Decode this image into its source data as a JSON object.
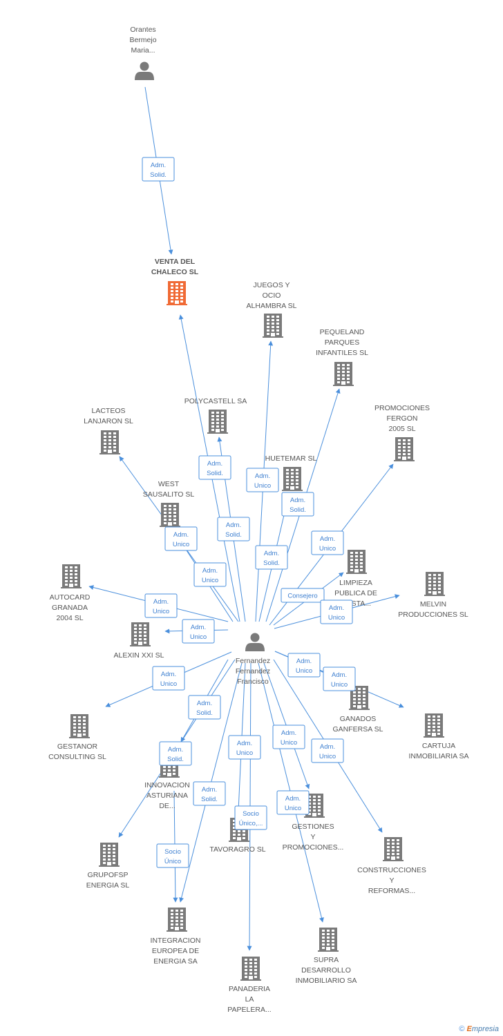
{
  "nodes": [
    {
      "id": "orantes",
      "type": "person",
      "label": [
        "Orantes",
        "Bermejo",
        "Maria..."
      ]
    },
    {
      "id": "venta",
      "type": "company",
      "focus": true,
      "label": [
        "VENTA DEL",
        "CHALECO SL"
      ]
    },
    {
      "id": "juegos",
      "type": "company",
      "label": [
        "JUEGOS Y",
        "OCIO",
        "ALHAMBRA SL"
      ]
    },
    {
      "id": "pequeland",
      "type": "company",
      "label": [
        "PEQUELAND",
        "PARQUES",
        "INFANTILES SL"
      ]
    },
    {
      "id": "polycastell",
      "type": "company",
      "label": [
        "POLYCASTELL SA"
      ]
    },
    {
      "id": "lacteos",
      "type": "company",
      "label": [
        "LACTEOS",
        "LANJARON  SL"
      ]
    },
    {
      "id": "promociones_fergon",
      "type": "company",
      "label": [
        "PROMOCIONES",
        "FERGON",
        "2005 SL"
      ]
    },
    {
      "id": "huetemar",
      "type": "company",
      "label": [
        "HUETEMAR SL"
      ]
    },
    {
      "id": "west",
      "type": "company",
      "label": [
        "WEST",
        "SAUSALITO SL"
      ]
    },
    {
      "id": "limpieza",
      "type": "company",
      "label": [
        "LIMPIEZA",
        "PUBLICA DE",
        "COSTA..."
      ]
    },
    {
      "id": "melvin",
      "type": "company",
      "label": [
        "MELVIN",
        "PRODUCCIONES SL"
      ]
    },
    {
      "id": "autocard",
      "type": "company",
      "label": [
        "AUTOCARD",
        "GRANADA",
        "2004 SL"
      ]
    },
    {
      "id": "alexin",
      "type": "company",
      "label": [
        "ALEXIN XXI SL"
      ]
    },
    {
      "id": "fernandez",
      "type": "person",
      "label": [
        "Fernandez",
        "Fernandez",
        "Francisco"
      ]
    },
    {
      "id": "ganados",
      "type": "company",
      "label": [
        "GANADOS",
        "GANFERSA SL"
      ]
    },
    {
      "id": "cartuja",
      "type": "company",
      "label": [
        "CARTUJA",
        "INMOBILIARIA SA"
      ]
    },
    {
      "id": "gestanor",
      "type": "company",
      "label": [
        "GESTANOR",
        "CONSULTING SL"
      ]
    },
    {
      "id": "innovacion",
      "type": "company",
      "label": [
        "INNOVACION",
        "ASTURIANA",
        "DE..."
      ]
    },
    {
      "id": "gestiones",
      "type": "company",
      "label": [
        "GESTIONES",
        "Y",
        "PROMOCIONES..."
      ]
    },
    {
      "id": "tavoragro",
      "type": "company",
      "label": [
        "TAVORAGRO SL"
      ]
    },
    {
      "id": "grupofsp",
      "type": "company",
      "label": [
        "GRUPOFSP",
        "ENERGIA SL"
      ]
    },
    {
      "id": "construcciones",
      "type": "company",
      "label": [
        "CONSTRUCCIONES",
        "Y",
        "REFORMAS..."
      ]
    },
    {
      "id": "integracion",
      "type": "company",
      "label": [
        "INTEGRACION",
        "EUROPEA DE",
        "ENERGIA SA"
      ]
    },
    {
      "id": "supra",
      "type": "company",
      "label": [
        "SUPRA",
        "DESARROLLO",
        "INMOBILIARIO SA"
      ]
    },
    {
      "id": "panaderia",
      "type": "company",
      "label": [
        "PANADERIA",
        "LA",
        "PAPELERA..."
      ]
    }
  ],
  "edges": [
    {
      "from": "orantes",
      "to": "venta",
      "label": [
        "Adm.",
        "Solid."
      ]
    },
    {
      "from": "fernandez",
      "to": "venta",
      "label": [
        "Adm.",
        "Solid."
      ]
    },
    {
      "from": "fernandez",
      "to": "juegos",
      "label": [
        "Adm.",
        "Unico"
      ]
    },
    {
      "from": "fernandez",
      "to": "pequeland",
      "label": [
        "Adm.",
        "Solid."
      ]
    },
    {
      "from": "fernandez",
      "to": "polycastell",
      "label": [
        "Adm.",
        "Solid."
      ]
    },
    {
      "from": "fernandez",
      "to": "lacteos",
      "label": [
        "Adm.",
        "Unico"
      ]
    },
    {
      "from": "fernandez",
      "to": "promociones_fergon",
      "label": [
        "Adm.",
        "Unico"
      ]
    },
    {
      "from": "fernandez",
      "to": "huetemar",
      "label": [
        "Adm.",
        "Solid."
      ]
    },
    {
      "from": "fernandez",
      "to": "west",
      "label": [
        "Adm.",
        "Unico"
      ]
    },
    {
      "from": "fernandez",
      "to": "limpieza",
      "label": [
        "Consejero"
      ]
    },
    {
      "from": "fernandez",
      "to": "melvin",
      "label": [
        "Adm.",
        "Unico"
      ]
    },
    {
      "from": "fernandez",
      "to": "autocard",
      "label": [
        "Adm.",
        "Unico"
      ]
    },
    {
      "from": "fernandez",
      "to": "alexin",
      "label": [
        "Adm.",
        "Unico"
      ]
    },
    {
      "from": "fernandez",
      "to": "ganados",
      "label": [
        "Adm.",
        "Unico"
      ]
    },
    {
      "from": "fernandez",
      "to": "cartuja",
      "label": [
        "Adm.",
        "Unico"
      ]
    },
    {
      "from": "fernandez",
      "to": "gestanor",
      "label": [
        "Adm.",
        "Unico"
      ]
    },
    {
      "from": "fernandez",
      "to": "innovacion",
      "label": [
        "Adm.",
        "Solid."
      ]
    },
    {
      "from": "fernandez",
      "to": "gestiones",
      "label": [
        "Adm.",
        "Unico"
      ]
    },
    {
      "from": "fernandez",
      "to": "tavoragro",
      "label": [
        "Adm.",
        "Unico"
      ]
    },
    {
      "from": "fernandez",
      "to": "grupofsp",
      "label": [
        "Adm.",
        "Solid."
      ]
    },
    {
      "from": "fernandez",
      "to": "construcciones",
      "label": [
        "Adm.",
        "Unico"
      ]
    },
    {
      "from": "fernandez",
      "to": "integracion",
      "label": [
        "Adm.",
        "Solid."
      ]
    },
    {
      "from": "innovacion",
      "to": "integracion",
      "label": [
        "Socio",
        "Único"
      ]
    },
    {
      "from": "fernandez",
      "to": "supra",
      "label": [
        "Adm.",
        "Unico"
      ]
    },
    {
      "from": "fernandez",
      "to": "panaderia",
      "label": [
        "Socio",
        "Único,..."
      ]
    }
  ],
  "colors": {
    "edge": "#4a8fdc",
    "node": "#7a7a7a",
    "focus": "#f06a35",
    "text": "#555555"
  },
  "footer": {
    "copyright": "©",
    "brand_initial": "E",
    "brand_rest": "mpresia"
  }
}
